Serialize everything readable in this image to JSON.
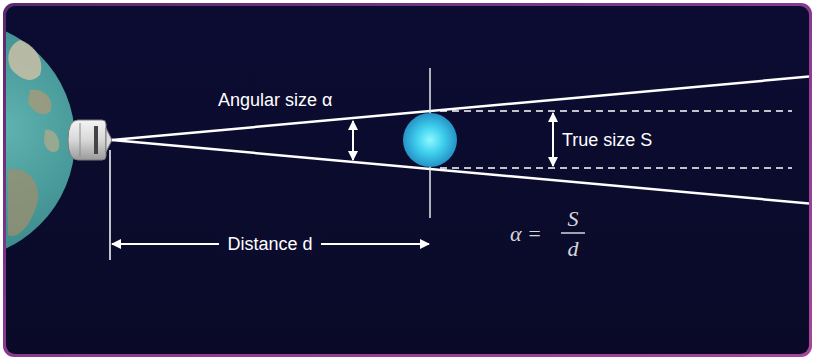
{
  "diagram": {
    "labels": [
      "Angular size α",
      "True size S",
      "Distance d",
      "α =",
      "S",
      "d"
    ]
  }
}
